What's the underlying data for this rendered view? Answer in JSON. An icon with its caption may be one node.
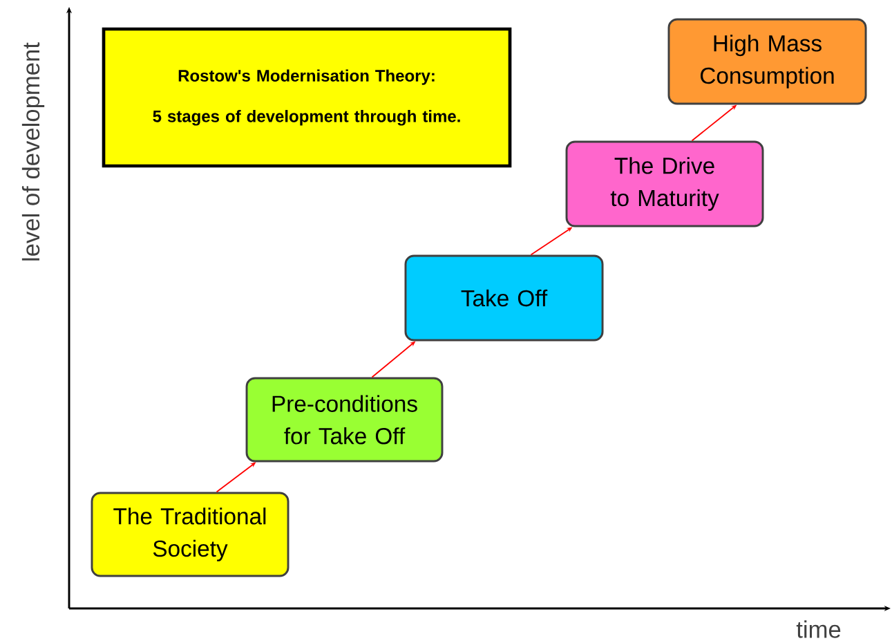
{
  "diagram": {
    "nodes": [
      {
        "text": [
          "Rostow's Modernisation Theory:",
          "5 stages of development through time."
        ]
      },
      {
        "text": [
          "The Traditional Society"
        ]
      },
      {
        "text": [
          "Pre-conditions for Take Off"
        ]
      },
      {
        "text": [
          "Take Off"
        ]
      },
      {
        "text": [
          "The Drive to Maturity"
        ]
      },
      {
        "text": [
          "High Mass Consumption"
        ]
      }
    ],
    "edges": [
      {
        "from": 1,
        "to": 2,
        "arrow": "to"
      },
      {
        "from": 2,
        "to": 3,
        "arrow": "to"
      },
      {
        "from": 3,
        "to": 4,
        "arrow": "to"
      },
      {
        "from": 4,
        "to": 5,
        "arrow": "to"
      }
    ],
    "labels": [
      "level of development",
      "time"
    ]
  }
}
